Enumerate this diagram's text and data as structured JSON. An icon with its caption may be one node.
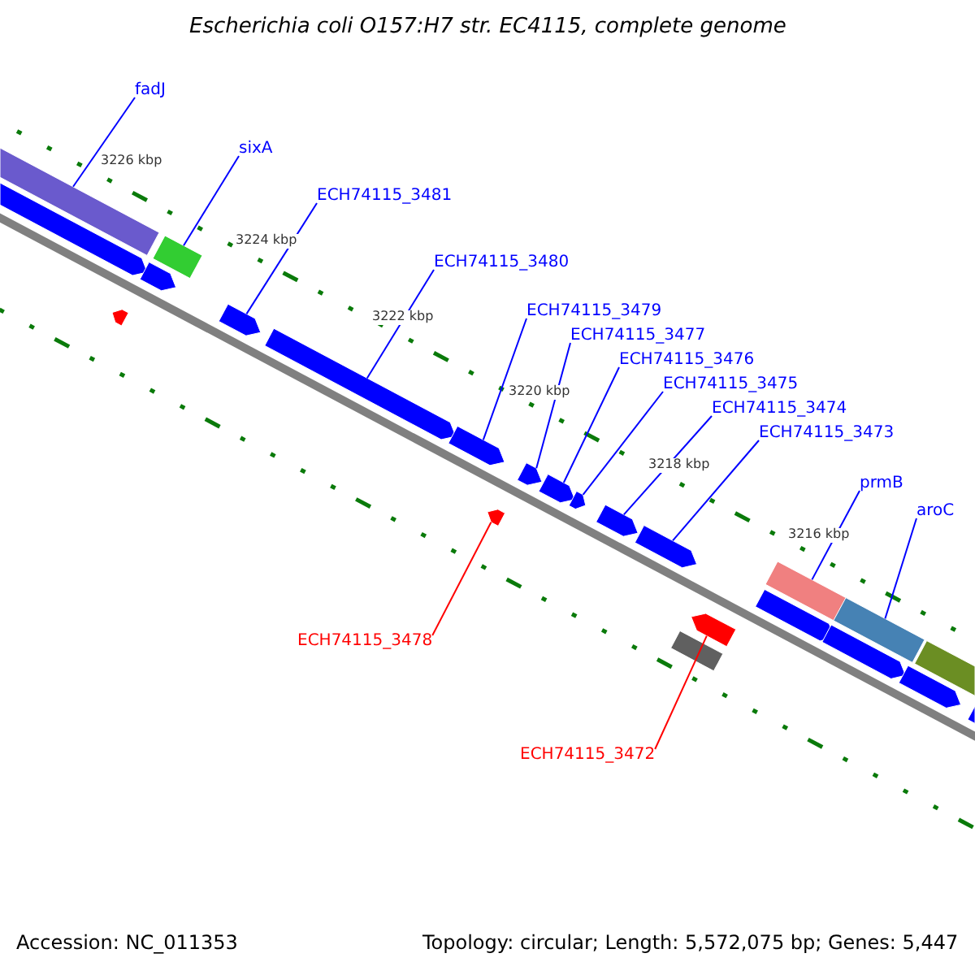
{
  "diagram": {
    "title": "Escherichia coli O157:H7 str. EC4115, complete genome",
    "nodes": [
      {
        "text": [
          "fadJ"
        ]
      },
      {
        "text": [
          "sixA"
        ]
      },
      {
        "text": [
          "ECH74115_3481"
        ]
      },
      {
        "text": [
          "ECH74115_3480"
        ]
      },
      {
        "text": [
          "ECH74115_3479"
        ]
      },
      {
        "text": [
          "ECH74115_3477"
        ]
      },
      {
        "text": [
          "ECH74115_3476"
        ]
      },
      {
        "text": [
          "ECH74115_3475"
        ]
      },
      {
        "text": [
          "ECH74115_3474"
        ]
      },
      {
        "text": [
          "ECH74115_3473"
        ]
      },
      {
        "text": [
          "prmB"
        ]
      },
      {
        "text": [
          "aroC"
        ]
      },
      {
        "text": [
          "ECH74115_3478"
        ]
      },
      {
        "text": [
          "ECH74115_3472"
        ]
      },
      {
        "text": [],
        "shape": "bar"
      },
      {
        "text": [],
        "shape": "arrow"
      },
      {
        "text": [],
        "shape": "arrow"
      },
      {
        "text": [],
        "shape": "arrow"
      },
      {
        "text": [],
        "shape": "bar"
      },
      {
        "text": [],
        "shape": "arrow"
      },
      {
        "text": [],
        "shape": "arrow"
      },
      {
        "text": [],
        "shape": "arrow"
      },
      {
        "text": [],
        "shape": "arrow"
      },
      {
        "text": [],
        "shape": "arrow"
      },
      {
        "text": [],
        "shape": "arrow"
      },
      {
        "text": [],
        "shape": "arrow"
      },
      {
        "text": [],
        "shape": "arrow"
      },
      {
        "text": [],
        "shape": "arrow"
      },
      {
        "text": [],
        "shape": "bar"
      },
      {
        "text": [],
        "shape": "arrow"
      },
      {
        "text": [],
        "shape": "bar"
      },
      {
        "text": [],
        "shape": "arrow"
      },
      {
        "text": [],
        "shape": "bar"
      },
      {
        "text": [],
        "shape": "arrow"
      },
      {
        "text": [],
        "shape": "arrow"
      },
      {
        "text": [],
        "shape": "bar"
      },
      {
        "text": [],
        "shape": "arrow"
      }
    ],
    "edges": [
      {
        "from": 0,
        "to": 14,
        "arrow": "none"
      },
      {
        "from": 1,
        "to": 18,
        "arrow": "none"
      },
      {
        "from": 2,
        "to": 19,
        "arrow": "none"
      },
      {
        "from": 3,
        "to": 20,
        "arrow": "none"
      },
      {
        "from": 4,
        "to": 21,
        "arrow": "none"
      },
      {
        "from": 5,
        "to": 23,
        "arrow": "none"
      },
      {
        "from": 6,
        "to": 24,
        "arrow": "none"
      },
      {
        "from": 7,
        "to": 25,
        "arrow": "none"
      },
      {
        "from": 8,
        "to": 26,
        "arrow": "none"
      },
      {
        "from": 9,
        "to": 27,
        "arrow": "none"
      },
      {
        "from": 10,
        "to": 30,
        "arrow": "none"
      },
      {
        "from": 11,
        "to": 32,
        "arrow": "none"
      },
      {
        "from": 12,
        "to": 22,
        "arrow": "none",
        "color": "#ff0000"
      },
      {
        "from": 13,
        "to": 29,
        "arrow": "none",
        "color": "#ff0000"
      }
    ],
    "labels": [
      "3226 kbp",
      "3224 kbp",
      "3222 kbp",
      "3220 kbp",
      "3218 kbp",
      "3216 kbp",
      "Accession: NC_011353",
      "Topology: circular; Length: 5,572,075 bp; Genes: 5,447"
    ]
  }
}
